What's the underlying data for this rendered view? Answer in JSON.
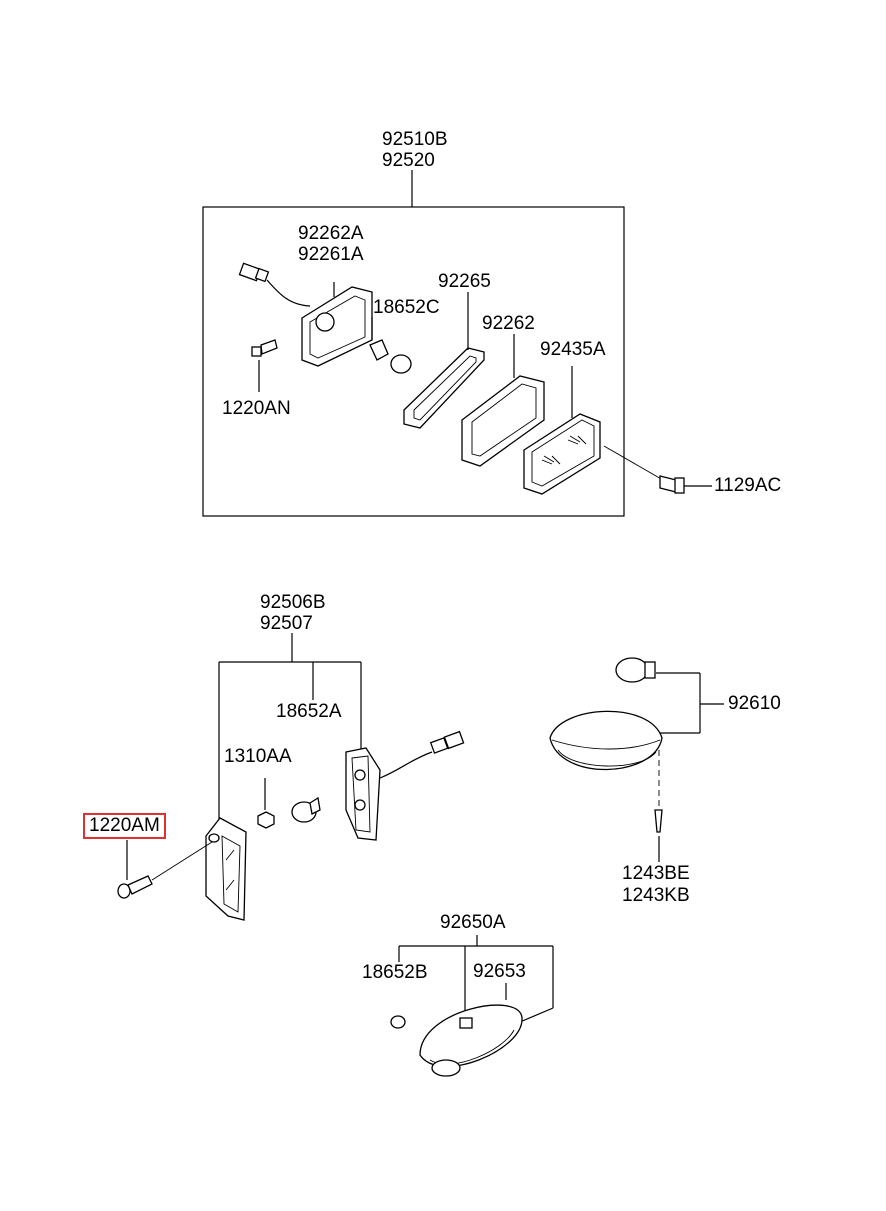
{
  "diagram": {
    "highlight_color": "#e03030",
    "labels": {
      "p92510B": "92510B",
      "p92520": "92520",
      "p92262A": "92262A",
      "p92261A": "92261A",
      "p92265": "92265",
      "p18652C": "18652C",
      "p92262": "92262",
      "p92435A": "92435A",
      "p1220AN": "1220AN",
      "p1129AC": "1129AC",
      "p92506B": "92506B",
      "p92507": "92507",
      "p18652A": "18652A",
      "p1310AA": "1310AA",
      "p1220AM": "1220AM",
      "p92610": "92610",
      "p1243BE": "1243BE",
      "p1243KB": "1243KB",
      "p92650A": "92650A",
      "p18652B": "18652B",
      "p92653": "92653"
    }
  }
}
